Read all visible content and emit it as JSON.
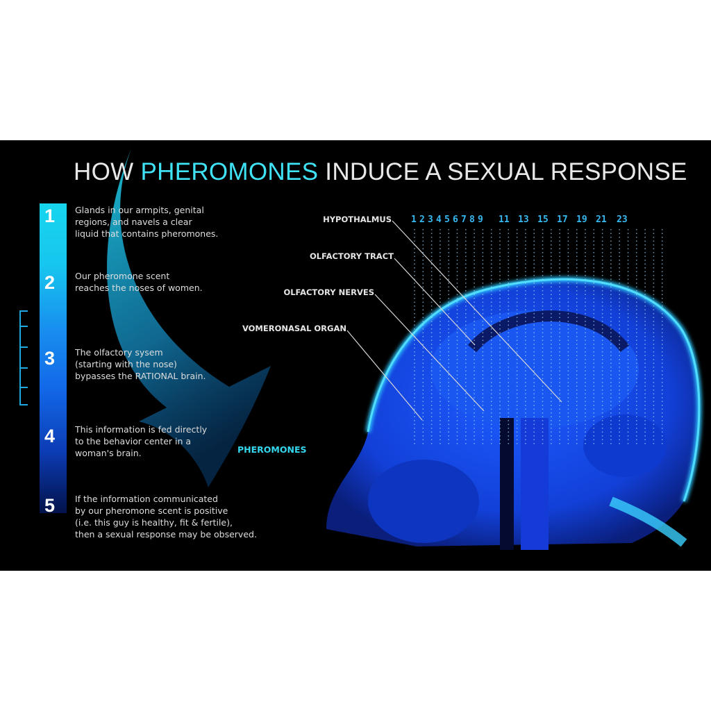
{
  "title": {
    "prefix": "HOW ",
    "highlight": "PHEROMONES",
    "suffix": " INDUCE A SEXUAL RESPONSE"
  },
  "steps": [
    {
      "number": "1",
      "text": "Glands in our armpits, genital\nregions, and navels a clear\nliquid that contains pheromones."
    },
    {
      "number": "2",
      "text": "Our pheromone scent\nreaches the noses of women."
    },
    {
      "number": "3",
      "text": "The olfactory sysem\n(starting with the nose)\nbypasses the RATIONAL brain."
    },
    {
      "number": "4",
      "text": "This information is fed directly\nto the behavior center in a\nwoman's brain."
    },
    {
      "number": "5",
      "text": "If the information communicated\nby our pheromone scent is positive\n(i.e. this guy is healthy, fit & fertile),\nthen a sexual response may be observed."
    }
  ],
  "labels": {
    "hypothalmus": "HYPOTHALMUS",
    "olfactory_tract": "OLFACTORY TRACT",
    "olfactory_nerves": "OLFACTORY NERVES",
    "vomeronasal": "VOMERONASAL ORGAN",
    "pheromones": "PHEROMONES"
  },
  "scan_numbers": [
    "1",
    "2",
    "3",
    "4",
    "5",
    "6",
    "7",
    "8",
    "9",
    "11",
    "13",
    "15",
    "17",
    "19",
    "21",
    "23"
  ],
  "colors": {
    "accent": "#3fe3f5",
    "scan_blue": "#1a5cff"
  }
}
